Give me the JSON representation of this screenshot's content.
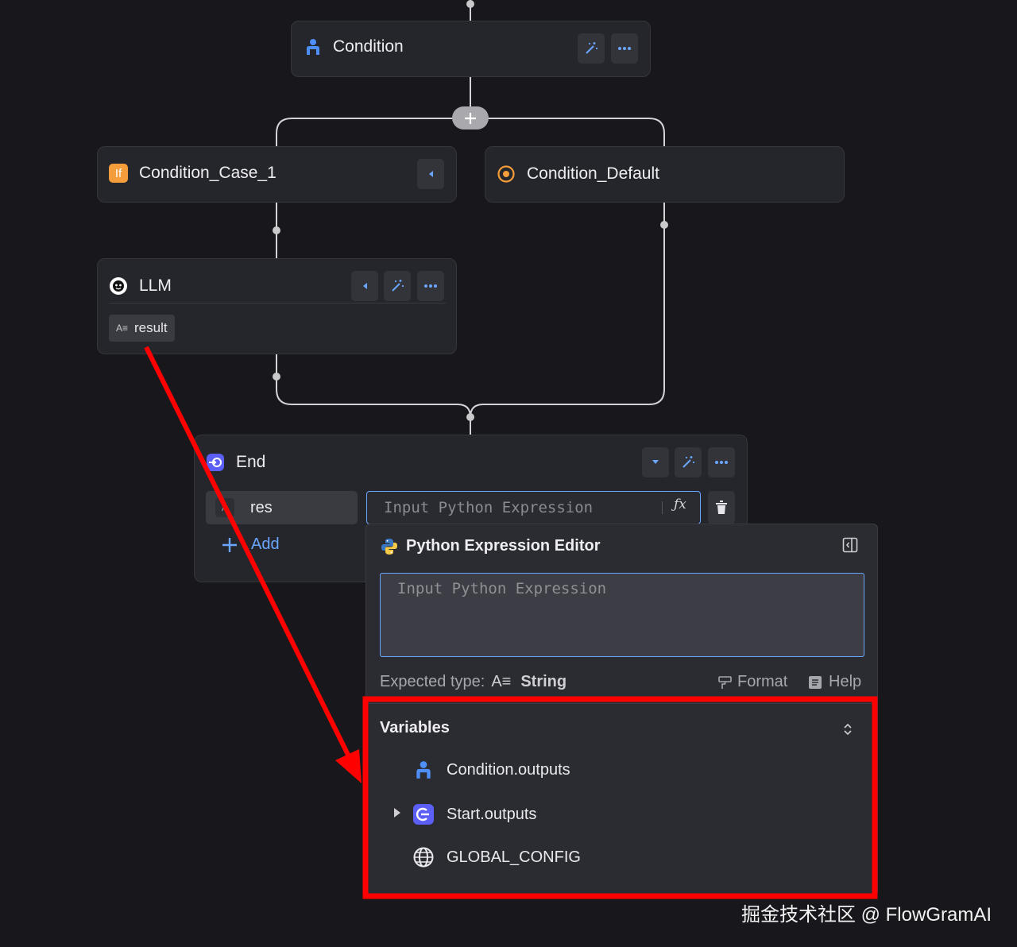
{
  "nodes": {
    "condition": {
      "title": "Condition"
    },
    "case1": {
      "title": "Condition_Case_1",
      "badge": "If"
    },
    "default": {
      "title": "Condition_Default"
    },
    "llm": {
      "title": "LLM",
      "output_tag": "result"
    },
    "end": {
      "title": "End",
      "param_name": "res",
      "param_placeholder": "Input Python Expression",
      "add_label": "Add"
    }
  },
  "editor": {
    "title": "Python Expression Editor",
    "placeholder": "Input Python Expression",
    "expected_type_label": "Expected type:",
    "expected_type_value": "String",
    "format_label": "Format",
    "help_label": "Help",
    "variables_title": "Variables",
    "variables": [
      {
        "label": "Condition.outputs",
        "icon": "condition-icon"
      },
      {
        "label": "Start.outputs",
        "icon": "start-icon"
      },
      {
        "label": "GLOBAL_CONFIG",
        "icon": "globe-icon"
      }
    ]
  },
  "watermark": "掘金技术社区 @ FlowGramAI",
  "colors": {
    "background": "#18181c",
    "node": "#25262b",
    "accent": "#6aa6ff",
    "highlight": "#ff0000",
    "condition_icon": "#4d8ff7",
    "case_badge": "#f59d3a",
    "start_icon": "#5b5ff5"
  }
}
